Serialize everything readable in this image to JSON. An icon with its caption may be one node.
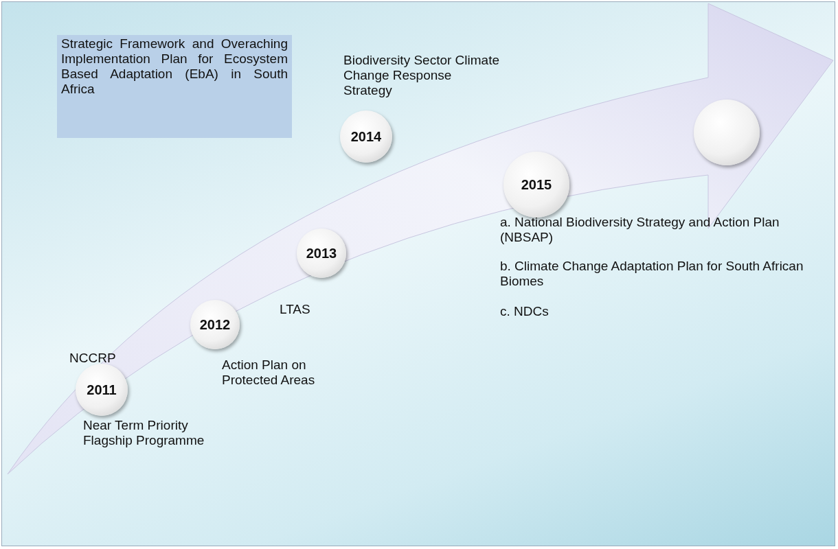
{
  "diagram": {
    "nodes": [
      {
        "text": [
          "Strategic Framework and Overaching Implementation Plan for Ecosystem Based Adaptation (EbA) in South Africa"
        ]
      },
      {
        "text": [
          "2011"
        ],
        "beside": [
          "NCCRP",
          "Near Term Priority Flagship Programme"
        ]
      },
      {
        "text": [
          "2012"
        ],
        "beside": [
          "Action Plan on Protected Areas"
        ]
      },
      {
        "text": [
          "2013"
        ],
        "beside": [
          "LTAS"
        ]
      },
      {
        "text": [
          "2014"
        ],
        "beside": [
          "Biodiversity Sector Climate Change Response Strategy"
        ]
      },
      {
        "text": [
          "2015"
        ],
        "beside": [
          "a. National Biodiversity Strategy and Action Plan (NBSAP)",
          "b. Climate Change Adaptation Plan for South African Biomes",
          "c. NDCs"
        ]
      },
      {
        "text": [],
        "shape": "circle"
      }
    ]
  }
}
